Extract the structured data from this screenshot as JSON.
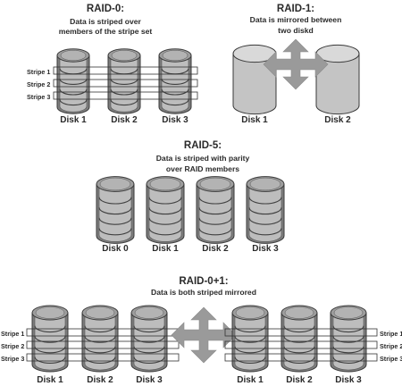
{
  "raid0": {
    "title": "RAID-0:",
    "desc_line1": "Data is striped over",
    "desc_line2": "members of the stripe set",
    "stripes": [
      "Stripe 1",
      "Stripe 2",
      "Stripe 3"
    ],
    "disks": [
      "Disk 1",
      "Disk 2",
      "Disk 3"
    ]
  },
  "raid1": {
    "title": "RAID-1:",
    "desc_line1": "Data is mirrored between",
    "desc_line2": "two diskd",
    "disks": [
      "Disk 1",
      "Disk 2"
    ]
  },
  "raid5": {
    "title": "RAID-5:",
    "desc_line1": "Data is striped with parity",
    "desc_line2": "over RAID members",
    "disks": [
      "Disk 0",
      "Disk 1",
      "Disk 2",
      "Disk 3"
    ]
  },
  "raid01": {
    "title": "RAID-0+1:",
    "desc_line1": "Data is both striped mirrored",
    "stripes": [
      "Stripe 1",
      "Stripe 2",
      "Stripe 3"
    ],
    "disks_left": [
      "Disk 1",
      "Disk 2",
      "Disk 3"
    ],
    "disks_right": [
      "Disk 1",
      "Disk 2",
      "Disk 3"
    ]
  },
  "colors": {
    "disk_fill": "#bdbdbd",
    "disk_dark": "#7d7d7d",
    "stroke": "#3a3a3a",
    "arrow": "#9a9a9a"
  }
}
